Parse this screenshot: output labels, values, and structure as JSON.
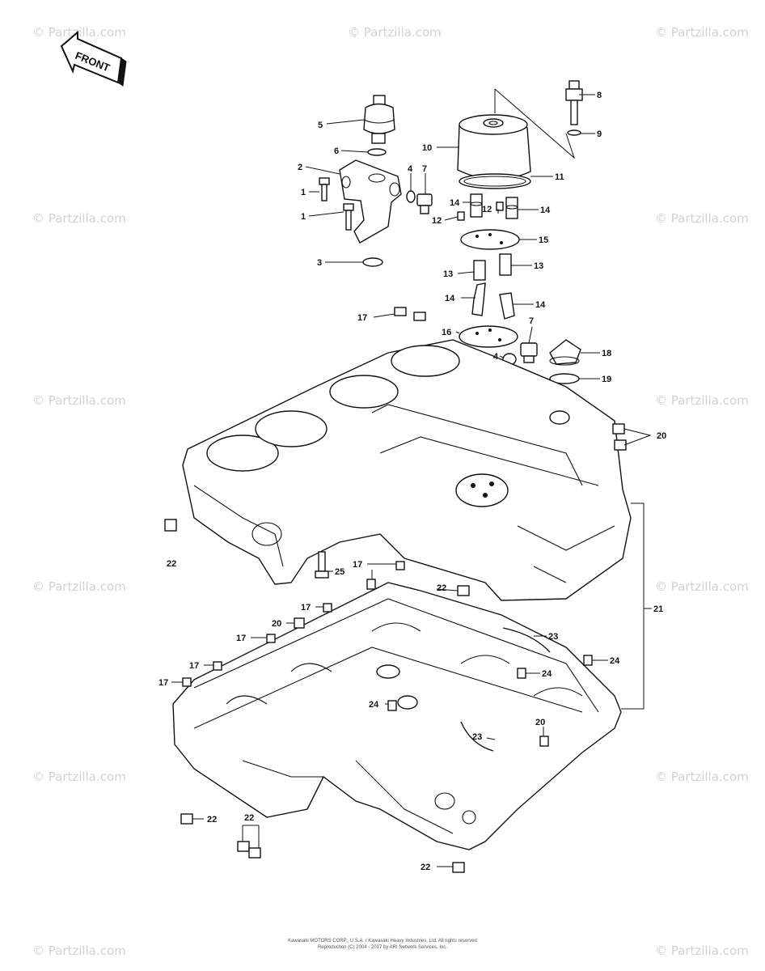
{
  "watermark": "© Partzilla.com",
  "front_label": "FRONT",
  "footer": {
    "line1": "Kawasaki MOTORS CORP., U.S.A. / Kawasaki Heavy Industries, Ltd. All rights reserved",
    "line2": "Reproduction (C) 2004 - 2017 by ARI Network Services, Inc."
  },
  "callouts": {
    "c1a": "1",
    "c1b": "1",
    "c2": "2",
    "c3": "3",
    "c4a": "4",
    "c4b": "4",
    "c5": "5",
    "c6": "6",
    "c7a": "7",
    "c7b": "7",
    "c8": "8",
    "c9": "9",
    "c10": "10",
    "c11": "11",
    "c12a": "12",
    "c12b": "12",
    "c13a": "13",
    "c13b": "13",
    "c14a": "14",
    "c14b": "14",
    "c14c": "14",
    "c14d": "14",
    "c15": "15",
    "c16": "16",
    "c17a": "17",
    "c17b": "17",
    "c17c": "17",
    "c17d": "17",
    "c17e": "17",
    "c17f": "17",
    "c18": "18",
    "c19": "19",
    "c20a": "20",
    "c20b": "20",
    "c20c": "20",
    "c21": "21",
    "c22a": "22",
    "c22b": "22",
    "c22c": "22",
    "c22d": "22",
    "c22e": "22",
    "c23a": "23",
    "c23b": "23",
    "c24a": "24",
    "c24b": "24",
    "c24c": "24",
    "c25": "25"
  }
}
